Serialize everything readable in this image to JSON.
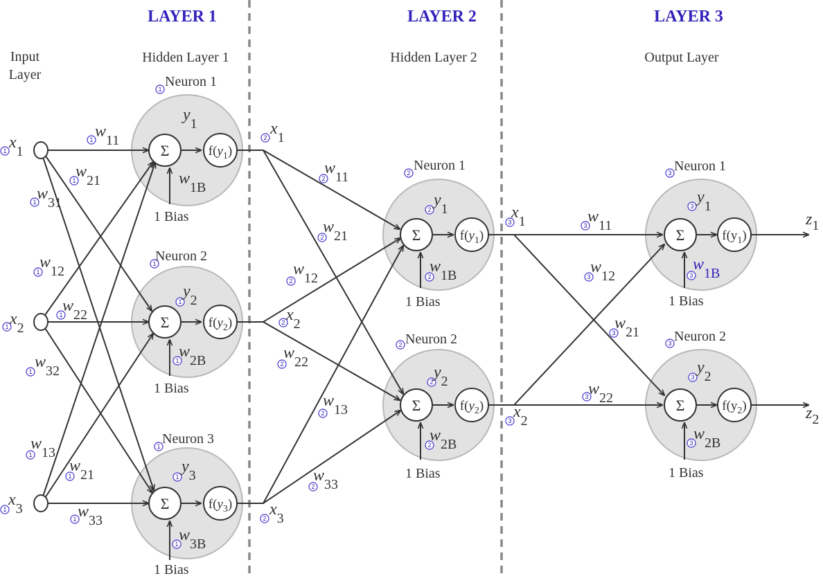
{
  "layers": [
    {
      "title": "LAYER 1"
    },
    {
      "title": "LAYER 2"
    },
    {
      "title": "LAYER 3"
    }
  ],
  "sections": {
    "input_line1": "Input",
    "input_line2": "Layer",
    "hidden1": "Hidden Layer 1",
    "hidden2": "Hidden Layer 2",
    "output": "Output Layer"
  },
  "badges": {
    "one": "1",
    "two": "2",
    "three": "3"
  },
  "neurons": {
    "n1": "Neuron 1",
    "n2": "Neuron 2",
    "n3": "Neuron 3"
  },
  "symbols": {
    "sum": "Σ",
    "f": "f(",
    "close": ")",
    "bias": "1  Bias"
  },
  "vars": {
    "x": "x",
    "y": "y",
    "w": "w",
    "z": "z"
  },
  "subscripts": {
    "s1": "1",
    "s2": "2",
    "s3": "3",
    "s11": "11",
    "s21": "21",
    "s31": "31",
    "s12": "12",
    "s22": "22",
    "s32": "32",
    "s13": "13",
    "s23": "21",
    "s33": "33",
    "s1B": "1B",
    "s2B": "2B",
    "s3B": "3B"
  },
  "colors": {
    "title": "#3322bb",
    "badge": "#4433cc",
    "neuron_fill": "#e2e2e2",
    "line": "#333333"
  }
}
